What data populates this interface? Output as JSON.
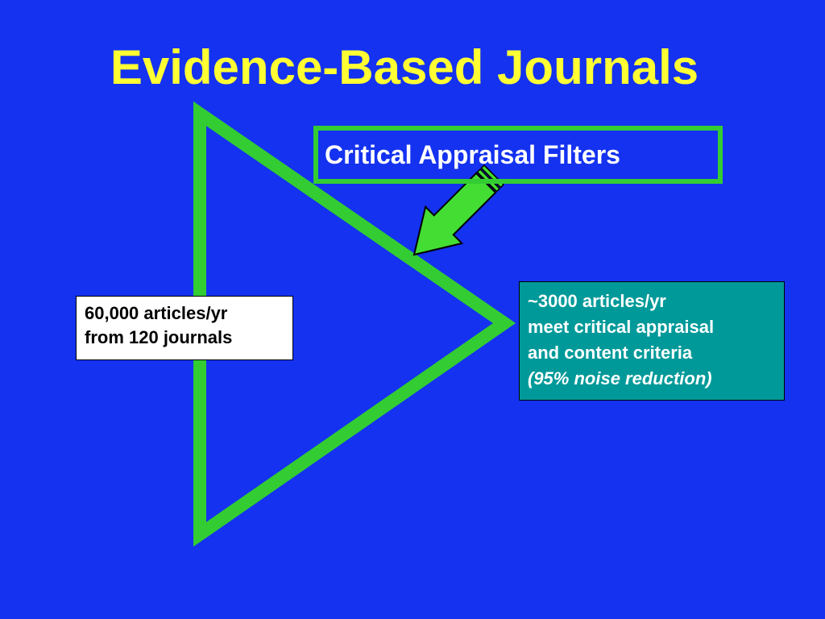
{
  "slide": {
    "title": "Evidence-Based Journals"
  },
  "filter": {
    "label": "Critical Appraisal Filters"
  },
  "input": {
    "line1": "60,000 articles/yr",
    "line2": "from 120 journals"
  },
  "output": {
    "line1": "~3000 articles/yr",
    "line2": "meet critical appraisal",
    "line3": "and content criteria",
    "line4": "(95% noise reduction)"
  },
  "colors": {
    "background": "#1432f0",
    "title": "#ffff33",
    "funnel_outline": "#33cc33",
    "arrow_fill": "#44dd33",
    "output_box": "#009999",
    "input_box": "#ffffff"
  },
  "icons": {
    "arrow": "down-left-arrow-icon",
    "funnel": "triangle-funnel"
  }
}
